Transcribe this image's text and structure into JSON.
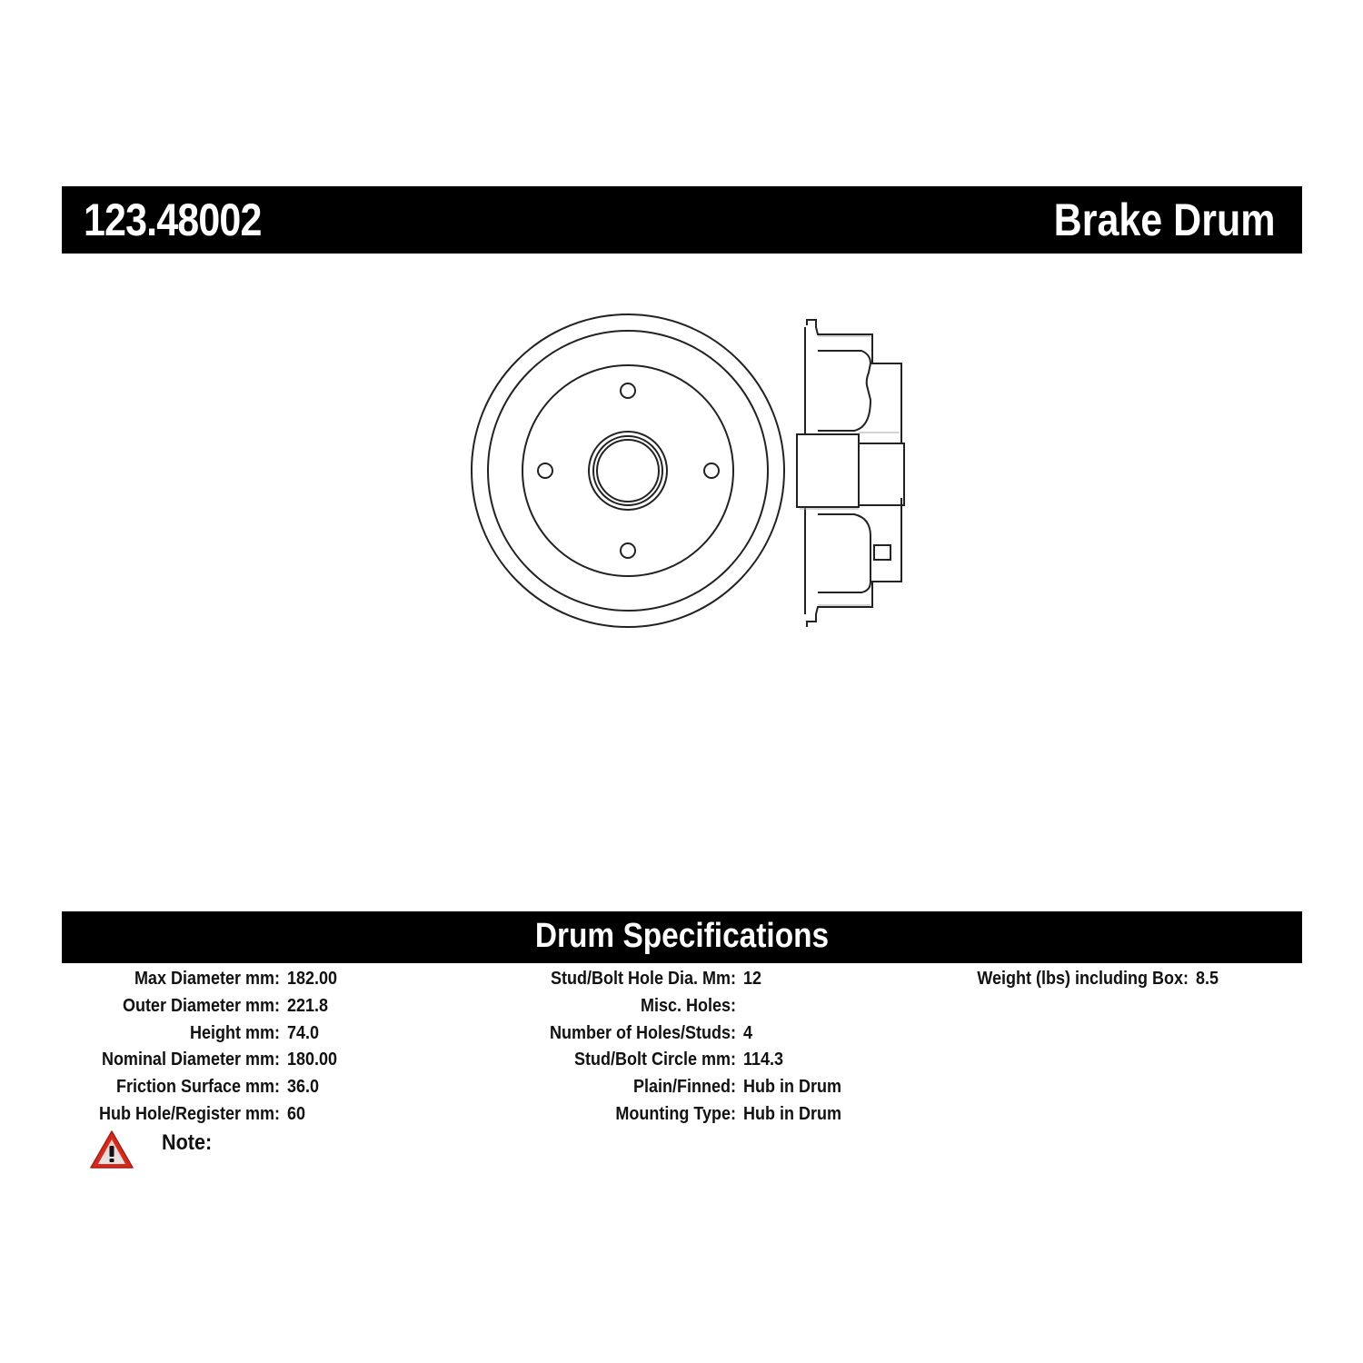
{
  "header": {
    "part_number": "123.48002",
    "product_type": "Brake Drum"
  },
  "drawing": {
    "front_view": "brake-drum-front-view",
    "side_view": "brake-drum-cross-section",
    "stud_holes": 4
  },
  "specifications": {
    "title": "Drum Specifications",
    "column1": [
      {
        "label": "Max Diameter mm:",
        "value": "182.00"
      },
      {
        "label": "Outer Diameter mm:",
        "value": "221.8"
      },
      {
        "label": "Height mm:",
        "value": "74.0"
      },
      {
        "label": "Nominal Diameter mm:",
        "value": "180.00"
      },
      {
        "label": "Friction Surface mm:",
        "value": "36.0"
      },
      {
        "label": "Hub Hole/Register mm:",
        "value": "60"
      }
    ],
    "column2": [
      {
        "label": "Stud/Bolt Hole Dia. Mm:",
        "value": "12"
      },
      {
        "label": "Misc. Holes:",
        "value": ""
      },
      {
        "label": "Number of Holes/Studs:",
        "value": "4"
      },
      {
        "label": "Stud/Bolt Circle mm:",
        "value": "114.3"
      },
      {
        "label": "Plain/Finned:",
        "value": "Hub in Drum"
      },
      {
        "label": "Mounting Type:",
        "value": "Hub in Drum"
      }
    ],
    "column3": [
      {
        "label": "Weight (lbs) including Box:",
        "value": "8.5"
      }
    ]
  },
  "note": {
    "icon": "warning-icon",
    "label": "Note:",
    "icon_color": "#d42a1f"
  }
}
